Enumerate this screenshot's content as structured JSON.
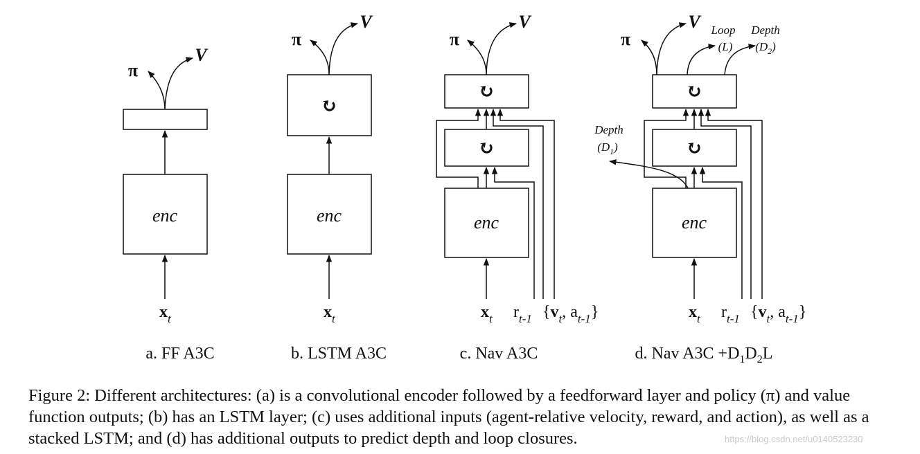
{
  "panels": [
    {
      "caption": "a. FF A3C",
      "encoder": "enc",
      "input": "x",
      "input_sub": "t",
      "policy": "π",
      "value": "V"
    },
    {
      "caption": "b. LSTM A3C",
      "encoder": "enc",
      "input": "x",
      "input_sub": "t",
      "policy": "π",
      "value": "V",
      "recurrent_symbol": "↻"
    },
    {
      "caption": "c. Nav A3C",
      "encoder": "enc",
      "input": "x",
      "input_sub": "t",
      "policy": "π",
      "value": "V",
      "recurrent_symbol": "↻",
      "reward": "r",
      "reward_sub": "t-1",
      "extra_open": "{",
      "extra_v": "v",
      "extra_v_sub": "t",
      "extra_sep": ", a",
      "extra_a_sub": "t-1",
      "extra_close": "}"
    },
    {
      "caption_prefix": "d. Nav A3C +D",
      "caption_sub1": "1",
      "caption_mid": "D",
      "caption_sub2": "2",
      "caption_suffix": "L",
      "encoder": "enc",
      "input": "x",
      "input_sub": "t",
      "policy": "π",
      "value": "V",
      "recurrent_symbol": "↻",
      "reward": "r",
      "reward_sub": "t-1",
      "extra_open": "{",
      "extra_v": "v",
      "extra_v_sub": "t",
      "extra_sep": ", a",
      "extra_a_sub": "t-1",
      "extra_close": "}",
      "loop_label": "Loop",
      "loop_sym_open": "(",
      "loop_sym": "L",
      "loop_sym_close": ")",
      "depth2_label": "Depth",
      "depth2_open": "(D",
      "depth2_sub": "2",
      "depth2_close": ")",
      "depth1_label": "Depth",
      "depth1_open": "(D",
      "depth1_sub": "1",
      "depth1_close": ")"
    }
  ],
  "caption": "Figure 2: Different architectures: (a) is a convolutional encoder followed by a feedforward layer and policy (π) and value function outputs; (b) has an LSTM layer; (c) uses additional inputs (agent-relative velocity, reward, and action), as well as a stacked LSTM; and (d) has additional outputs to predict depth and loop closures.",
  "watermark": "https://blog.csdn.net/u0140523230"
}
